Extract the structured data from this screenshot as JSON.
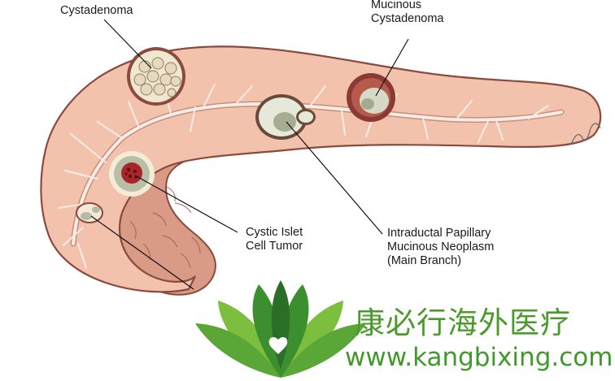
{
  "labels": {
    "cystadenoma": "Cystadenoma",
    "mucinous": [
      "Mucinous",
      "Cystadenoma"
    ],
    "islet": [
      "Cystic Islet",
      "Cell Tumor"
    ],
    "ipmn": [
      "Intraductal Papillary",
      "Mucinous Neoplasm",
      "(Main Branch)"
    ]
  },
  "watermark": {
    "brand_name": "康必行海外医疗",
    "url": "www.kangbixing.com",
    "logo": "lotus-heart-logo",
    "colors": {
      "green_dark": "#2f7a2a",
      "green_light": "#8cc63f",
      "text": "#4a9a2c"
    }
  },
  "colors": {
    "pancreas_fill": "#f2c2ad",
    "pancreas_outline": "#8a4a3e",
    "duodenum_fill": "#d99a86",
    "duct": "#f7ece6"
  }
}
